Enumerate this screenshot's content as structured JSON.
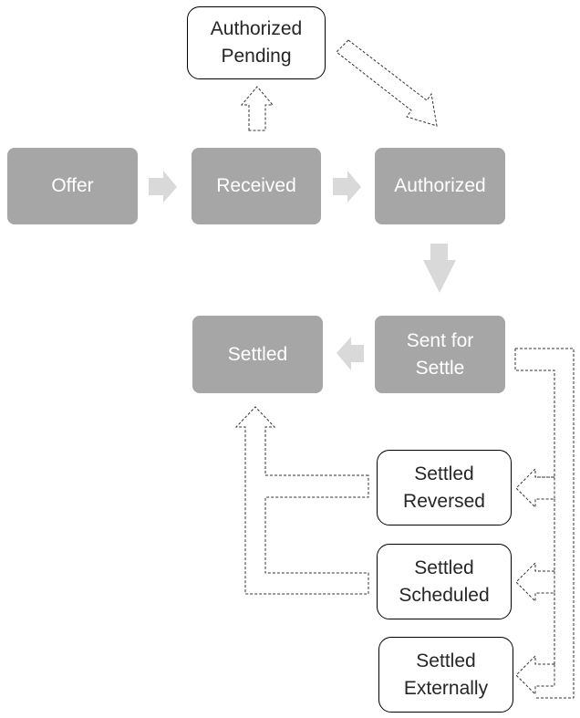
{
  "colors": {
    "node_fill": "#a6a6a6",
    "node_text": "#ffffff",
    "outline_stroke": "#000000",
    "outline_text": "#262626",
    "solid_arrow": "#d9d9d9",
    "dashed_stroke": "#333333"
  },
  "nodes": {
    "offer": {
      "line1": "Offer"
    },
    "received": {
      "line1": "Received"
    },
    "authorized": {
      "line1": "Authorized"
    },
    "authorized_pending": {
      "line1": "Authorized",
      "line2": "Pending"
    },
    "sent_for_settle": {
      "line1": "Sent for",
      "line2": "Settle"
    },
    "settled": {
      "line1": "Settled"
    },
    "settled_reversed": {
      "line1": "Settled",
      "line2": "Reversed"
    },
    "settled_scheduled": {
      "line1": "Settled",
      "line2": "Scheduled"
    },
    "settled_externally": {
      "line1": "Settled",
      "line2": "Externally"
    }
  }
}
